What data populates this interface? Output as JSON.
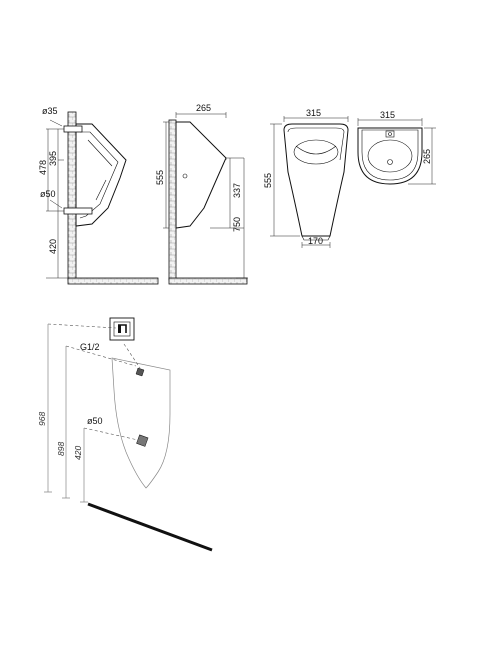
{
  "side_view": {
    "pipe_diameter_top": "ø35",
    "height_upper": "478",
    "height_mid": "395",
    "drain_diameter": "ø50",
    "height_lower": "420"
  },
  "profile_view": {
    "depth": "265",
    "height_total": "555",
    "height_front": "337",
    "mount_height": "750"
  },
  "front_view": {
    "width": "315",
    "height": "555",
    "bottom_width": "170"
  },
  "top_view": {
    "width": "315",
    "depth": "265"
  },
  "installation_view": {
    "inlet_thread": "G1/2",
    "height_top": "968",
    "height_inlet": "898",
    "drain_diameter": "ø50",
    "height_drain": "420"
  }
}
